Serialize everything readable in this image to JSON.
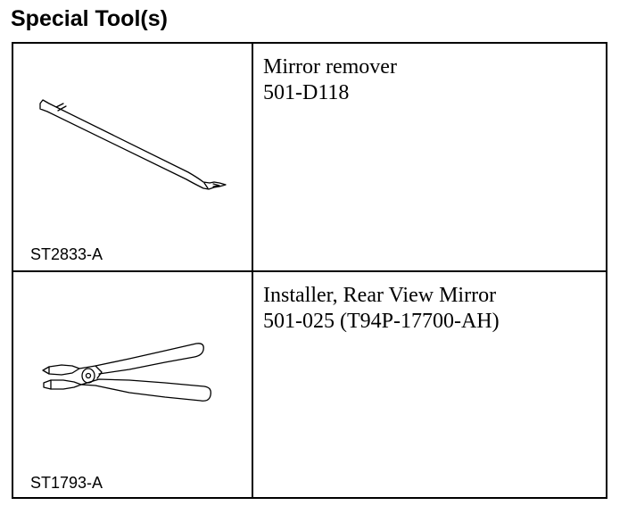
{
  "title": "Special Tool(s)",
  "tools": [
    {
      "illustration_code": "ST2833-A",
      "name": "Mirror remover",
      "number": "501-D118",
      "icon": "pry-tool-icon"
    },
    {
      "illustration_code": "ST1793-A",
      "name": "Installer, Rear View Mirror",
      "number": "501-025 (T94P-17700-AH)",
      "icon": "pliers-icon"
    }
  ]
}
